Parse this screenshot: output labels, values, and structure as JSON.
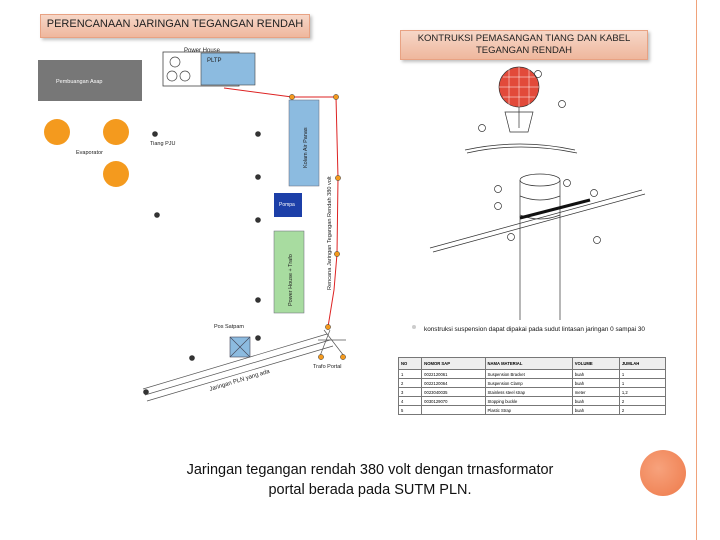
{
  "titles": {
    "left": "PERENCANAAN JARINGAN TEGANGAN RENDAH",
    "right_line1": "KONTRUKSI PEMASANGAN TIANG DAN KABEL",
    "right_line2": "TEGANGAN RENDAH"
  },
  "plan": {
    "power_house": "Power House",
    "pltp": "PLTP",
    "pembuangan": "Pembuangan Asap",
    "tiang_pju": "Tiang PJU",
    "evaporator": "Evaporator",
    "kolam": "Kolam Air Panas",
    "pompa": "Pompa",
    "power_house_trafo": "Power House + Trafo",
    "rencana": "Rencana Jaringan Tegangan Rendah 380 volt",
    "pos_satpam": "Pos Satpam",
    "trafo_portal": "Trafo Portal",
    "jaringan_pln": "Jaringan PLN yang ada"
  },
  "colors": {
    "accent": "#ee7a4a",
    "kolam": "#8cbbe0",
    "pompa": "#1c3fa8",
    "trafo_green": "#a8dca0",
    "pembuangan": "#777777"
  },
  "construction": {
    "note": "konstruksi suspension dapat dipakai pada sudut lintasan jaringan 0 sampai 30",
    "table": {
      "headers": [
        "NO",
        "NOMOR SAP",
        "NAMA MATERIAL",
        "VOLUME",
        "JUMLAH"
      ],
      "rows": [
        [
          "1",
          "0022120061",
          "Suspension Bracket",
          "buah",
          "1"
        ],
        [
          "2",
          "0022120064",
          "Suspension Clamp",
          "buah",
          "1"
        ],
        [
          "3",
          "0023040035",
          "Stainless steel strap",
          "meter",
          "1,2"
        ],
        [
          "4",
          "0030129070",
          "Stopping buckle",
          "buah",
          "2"
        ],
        [
          "5",
          "",
          "Plastic Strap",
          "buah",
          "2"
        ]
      ]
    }
  },
  "caption": {
    "line1": "Jaringan tegangan rendah 380 volt dengan trnasformator",
    "line2": "portal berada pada SUTM PLN."
  }
}
